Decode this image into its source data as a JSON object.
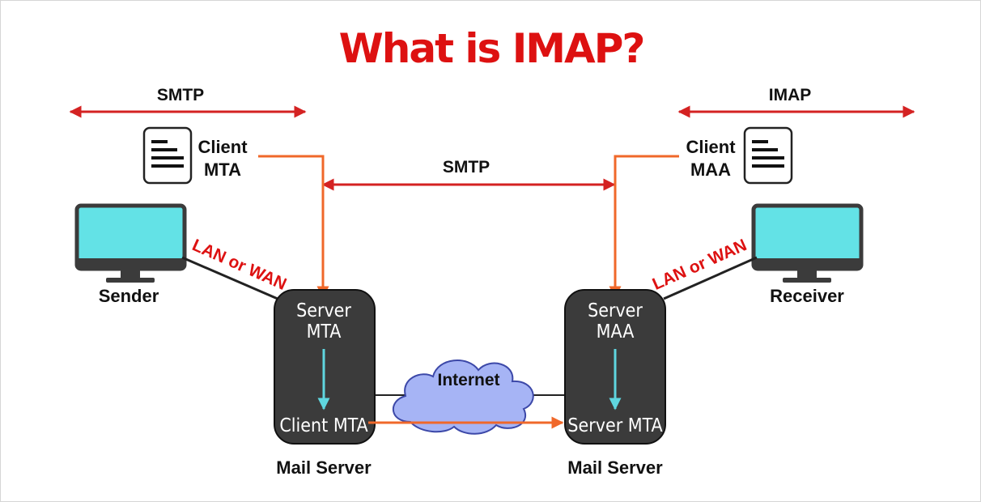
{
  "title": "What is IMAP?",
  "protocols": {
    "left_top": "SMTP",
    "middle": "SMTP",
    "right_top": "IMAP"
  },
  "client_left": {
    "line1": "Client",
    "line2": "MTA"
  },
  "client_right": {
    "line1": "Client",
    "line2": "MAA"
  },
  "sender": "Sender",
  "receiver": "Receiver",
  "link_left": "LAN or WAN",
  "link_right": "LAN or WAN",
  "server_left": {
    "top_line1": "Server",
    "top_line2": "MTA",
    "bottom": "Client MTA",
    "caption": "Mail Server"
  },
  "server_right": {
    "top_line1": "Server",
    "top_line2": "MAA",
    "bottom": "Server MTA",
    "caption": "Mail Server"
  },
  "cloud": "Internet",
  "colors": {
    "title": "#dd1111",
    "arrow_red": "#d42222",
    "arrow_orange": "#f0682a",
    "arrow_cyan": "#5fd6df",
    "server_box": "#3b3b3b",
    "monitor_screen": "#63e2e6",
    "cloud": "#a6b4f5"
  }
}
